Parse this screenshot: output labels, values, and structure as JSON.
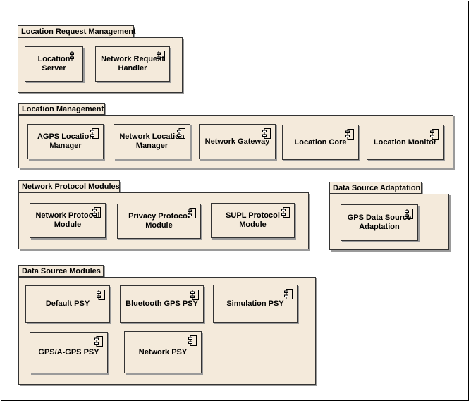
{
  "packages": {
    "location_request_management": {
      "label": "Location Request Management",
      "components": [
        "Location\nServer",
        "Network Request\nHandler"
      ]
    },
    "location_management": {
      "label": "Location Management",
      "components": [
        "AGPS Location\nManager",
        "Network Location\nManager",
        "Network Gateway",
        "Location Core",
        "Location Monitor"
      ]
    },
    "network_protocol_modules": {
      "label": "Network Protocol Modules",
      "components": [
        "Network Protocol\nModule",
        "Privacy Protocol\nModule",
        "SUPL Protocol\nModule"
      ]
    },
    "data_source_adaptation": {
      "label": "Data Source Adaptation",
      "components": [
        "GPS Data Source\nAdaptation"
      ]
    },
    "data_source_modules": {
      "label": "Data Source Modules",
      "components": [
        "Default PSY",
        "Bluetooth GPS PSY",
        "Simulation PSY",
        "GPS/A-GPS PSY",
        "Network PSY"
      ]
    }
  },
  "colors": {
    "fill": "#f4eadb",
    "stroke": "#333333",
    "shadow": "#9a9a9a"
  },
  "icon": "uml-component-icon"
}
